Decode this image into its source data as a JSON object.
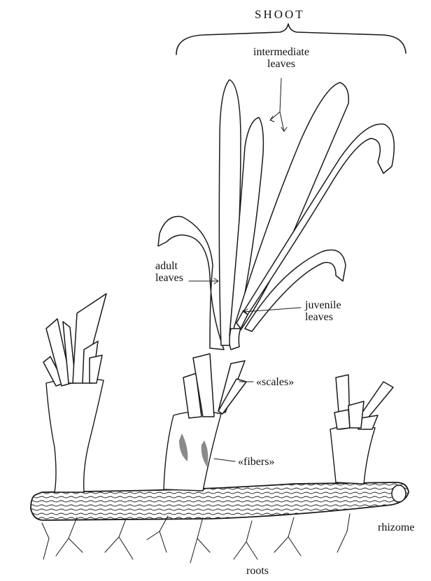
{
  "diagram": {
    "labels": {
      "shoot": "SHOOT",
      "intermediate_leaves": [
        "intermediate",
        "leaves"
      ],
      "adult_leaves": [
        "adult",
        "leaves"
      ],
      "juvenile_leaves": [
        "juvenile",
        "leaves"
      ],
      "scales": "«scales»",
      "fibers": "«fibers»",
      "rhizome": "rhizome",
      "roots": "roots"
    },
    "colors": {
      "ink": "#1a1a1a",
      "paper": "#ffffff"
    },
    "style": "black ink line drawing"
  }
}
